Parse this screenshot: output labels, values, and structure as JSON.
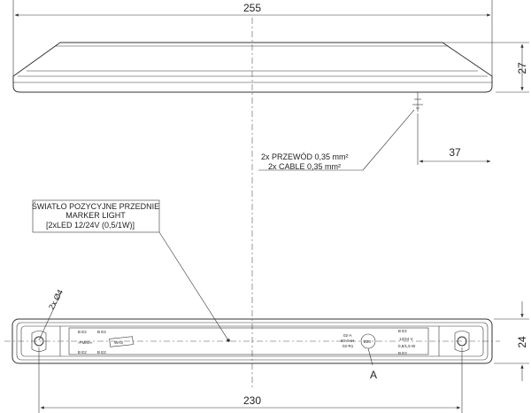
{
  "dimensions": {
    "overall_length": "255",
    "height_side": "27",
    "cable_offset": "37",
    "width": "24",
    "mount_spacing": "230"
  },
  "hole_callout": "2x Ø4",
  "cable_note": {
    "line1": "2x PRZEWÓD 0,35 mm²",
    "line2": "2x CABLE 0,35 mm²"
  },
  "lamp_note": {
    "line1": "ŚWIATŁO POZYCYJNE PRZEDNIE",
    "line2": "MARKER LIGHT",
    "line3": "[2xLED 12/24V (0,5/1W)]"
  },
  "view_label": "A",
  "lens_markings": {
    "left_codes": [
      "B E2",
      "B E2"
    ],
    "left_codes_bottom": [
      "B E2",
      "B E2"
    ],
    "pmma": "›PMMA‹",
    "brand": "WAŚ",
    "approval": [
      "02-A",
      "50-0AH",
      "02-R1"
    ],
    "e_mark": "E20",
    "voltage": "12/24 V",
    "power": "0,5/1,5 W",
    "right_codes": [
      "B E2",
      "B E2"
    ]
  }
}
